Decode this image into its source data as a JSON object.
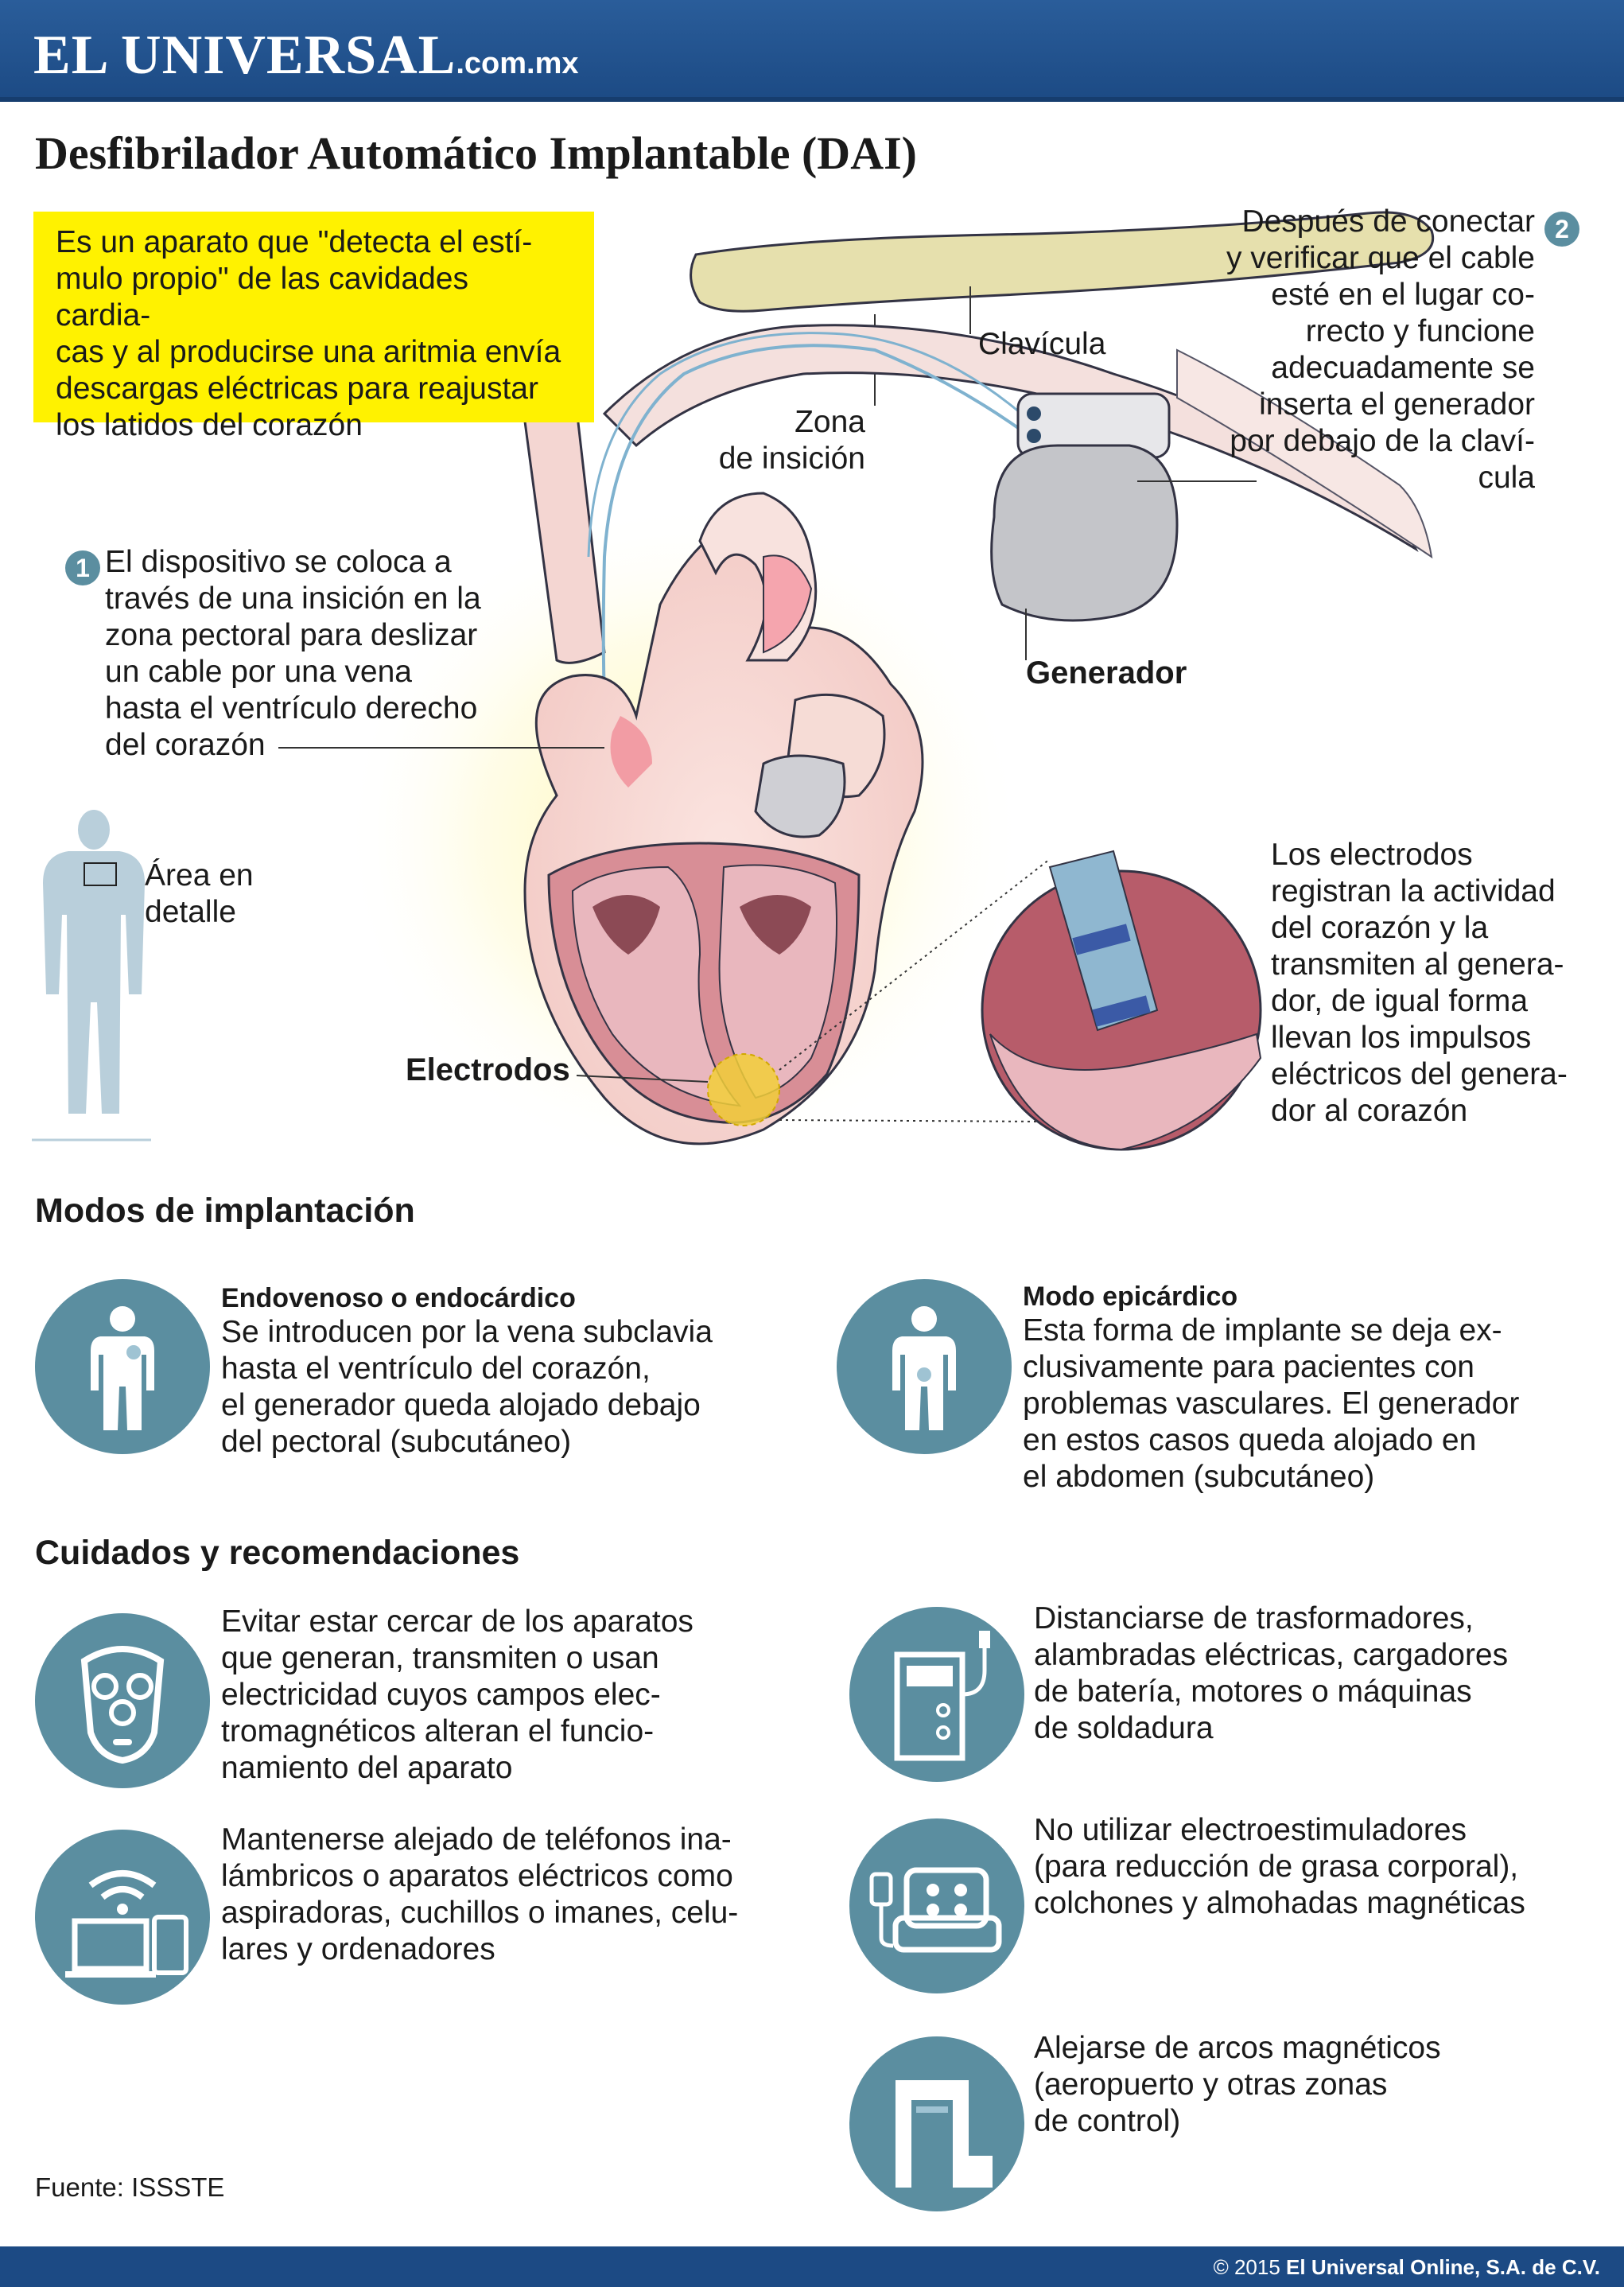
{
  "header": {
    "brand": "EL UNIVERSAL",
    "brand_domain": ".com.mx"
  },
  "title": "Desfibrilador Automático Implantable (DAI)",
  "intro": {
    "lines": [
      "Es un aparato que \"detecta el estí-",
      "mulo propio\" de las cavidades cardia-",
      "cas y al producirse una aritmia envía",
      "descargas eléctricas para reajustar",
      "los latidos del corazón"
    ]
  },
  "step1": {
    "number": "1",
    "lines": [
      "El dispositivo se coloca a",
      "través de una insición en la",
      "zona pectoral para deslizar",
      "un cable por una vena",
      "hasta el ventrículo derecho",
      "del corazón"
    ]
  },
  "step2": {
    "number": "2",
    "lines": [
      "Después de conectar",
      "y verificar que el cable",
      "esté en el lugar co-",
      "rrecto y funcione",
      "adecuadamente se",
      "inserta el generador",
      "por debajo de la claví-",
      "cula"
    ]
  },
  "labels": {
    "clavicle": "Clavícula",
    "incision": [
      "Zona",
      "de insición"
    ],
    "generator": "Generador",
    "detail_area": [
      "Área en",
      "detalle"
    ],
    "electrodes": "Electrodos"
  },
  "electrodes_note": {
    "lines": [
      "Los electrodos",
      "registran la actividad",
      "del corazón y la",
      "transmiten al genera-",
      "dor, de igual forma",
      "llevan los impulsos",
      "eléctricos del genera-",
      "dor al corazón"
    ]
  },
  "modes": {
    "title": "Modos de implantación",
    "items": [
      {
        "title": "Endovenoso o endocárdico",
        "lines": [
          "Se introducen por la vena subclavia",
          "hasta el ventrículo del corazón,",
          "el generador queda alojado debajo",
          "del pectoral (subcutáneo)"
        ]
      },
      {
        "title": "Modo epicárdico",
        "lines": [
          "Esta forma de implante se deja ex-",
          "clusivamente para pacientes con",
          "problemas vasculares. El generador",
          "en estos casos queda alojado en",
          "el abdomen (subcutáneo)"
        ]
      }
    ]
  },
  "care": {
    "title": "Cuidados y recomendaciones",
    "items": [
      {
        "icon": "shaver-icon",
        "lines": [
          "Evitar estar cercar de los aparatos",
          "que generan, transmiten o usan",
          "electricidad cuyos campos elec-",
          "tromagnéticos alteran el funcio-",
          "namiento del aparato"
        ]
      },
      {
        "icon": "wireless-devices-icon",
        "lines": [
          "Mantenerse alejado de teléfonos ina-",
          "lámbricos o aparatos eléctricos como",
          "aspiradoras, cuchillos o imanes, celu-",
          "lares y ordenadores"
        ]
      },
      {
        "icon": "welding-machine-icon",
        "lines": [
          "Distanciarse de trasformadores,",
          "alambradas eléctricas, cargadores",
          "de batería, motores o máquinas",
          "de soldadura"
        ]
      },
      {
        "icon": "electrostimulator-icon",
        "lines": [
          "No utilizar electroestimuladores",
          "(para reducción de grasa corporal),",
          "colchones y almohadas magnéticas"
        ]
      },
      {
        "icon": "magnetic-arch-icon",
        "lines": [
          "Alejarse de arcos magnéticos",
          "(aeropuerto y otras zonas",
          "de control)"
        ]
      }
    ]
  },
  "source": "Fuente: ISSSTE",
  "copyright": {
    "prefix": "© 2015 ",
    "owner": "El Universal Online, S.A. de C.V."
  },
  "colors": {
    "header": "#1c4a84",
    "accent": "#5b8ea0",
    "highlight": "#fff200"
  }
}
